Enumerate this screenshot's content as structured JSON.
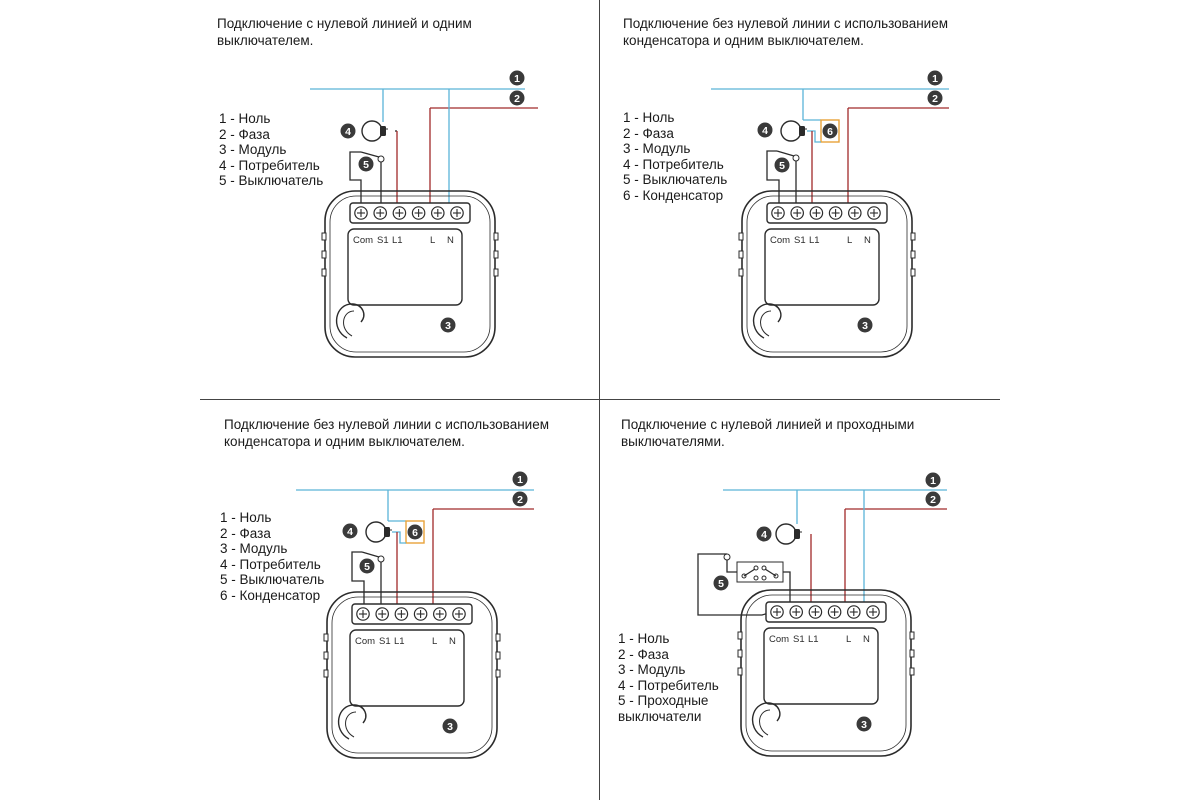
{
  "colors": {
    "neutral_wire": "#5ab4d8",
    "phase_wire": "#a02a2a",
    "capacitor": "#e8a33a",
    "outline": "#2b2b2b",
    "badge": "#3a3a3a"
  },
  "terminal_labels": {
    "com": "Com",
    "s1": "S1",
    "l1": "L1",
    "l": "L",
    "n": "N"
  },
  "panels": [
    {
      "title_lines": [
        "Подключение с нулевой линией и одним",
        "выключателем."
      ],
      "legend": [
        "1 - Ноль",
        "2 - Фаза",
        "3 - Модуль",
        "4 - Потребитель",
        "5 - Выключатель"
      ],
      "badges": {
        "neutral": "1",
        "phase": "2",
        "module": "3",
        "load": "4",
        "switch": "5"
      }
    },
    {
      "title_lines": [
        "Подключение без нулевой линии с использованием",
        "конденсатора и одним выключателем."
      ],
      "legend": [
        "1 - Ноль",
        "2 - Фаза",
        "3 - Модуль",
        "4 - Потребитель",
        "5 - Выключатель",
        "6 - Конденсатор"
      ],
      "badges": {
        "neutral": "1",
        "phase": "2",
        "module": "3",
        "load": "4",
        "switch": "5",
        "capacitor": "6"
      }
    },
    {
      "title_lines": [
        "Подключение без нулевой линии с использованием",
        "конденсатора и одним выключателем."
      ],
      "legend": [
        "1 - Ноль",
        "2 - Фаза",
        "3 - Модуль",
        "4 - Потребитель",
        "5 - Выключатель",
        "6 - Конденсатор"
      ],
      "badges": {
        "neutral": "1",
        "phase": "2",
        "module": "3",
        "load": "4",
        "switch": "5",
        "capacitor": "6"
      }
    },
    {
      "title_lines": [
        "Подключение с нулевой линией и проходными",
        "выключателями."
      ],
      "legend": [
        "1 - Ноль",
        "2 - Фаза",
        "3 - Модуль",
        "4 - Потребитель",
        "5 - Проходные",
        "выключатели"
      ],
      "badges": {
        "neutral": "1",
        "phase": "2",
        "module": "3",
        "load": "4",
        "switch": "5"
      }
    }
  ]
}
